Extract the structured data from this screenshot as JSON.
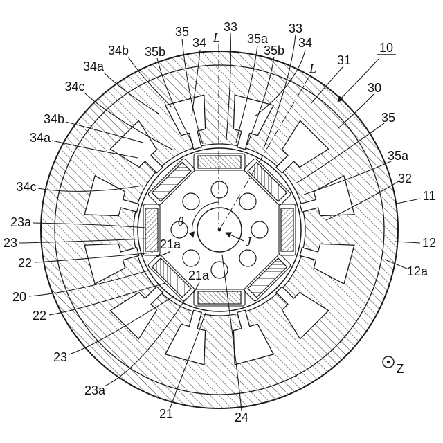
{
  "figure": {
    "type": "patent-motor-cross-section",
    "background": "#ffffff",
    "line_color": "#1a1a1a",
    "hatch_color": "#444444",
    "structure": {
      "stator_slots": 12,
      "rotor_magnets": 8,
      "rotor_holes": 8
    },
    "labels": [
      {
        "text": "35"
      },
      {
        "text": "34"
      },
      {
        "text": "L"
      },
      {
        "text": "33"
      },
      {
        "text": "35a"
      },
      {
        "text": "35b"
      },
      {
        "text": "33"
      },
      {
        "text": "34"
      },
      {
        "text": "L"
      },
      {
        "text": "35b"
      },
      {
        "text": "34b"
      },
      {
        "text": "34a"
      },
      {
        "text": "34c"
      },
      {
        "text": "34b"
      },
      {
        "text": "34a"
      },
      {
        "text": "34c"
      },
      {
        "text": "23a"
      },
      {
        "text": "23"
      },
      {
        "text": "22"
      },
      {
        "text": "20"
      },
      {
        "text": "22"
      },
      {
        "text": "23"
      },
      {
        "text": "23a"
      },
      {
        "text": "21"
      },
      {
        "text": "24"
      },
      {
        "text": "21a"
      },
      {
        "text": "21a"
      },
      {
        "text": "J"
      },
      {
        "text": "θ"
      },
      {
        "text": "10"
      },
      {
        "text": "31"
      },
      {
        "text": "30"
      },
      {
        "text": "35"
      },
      {
        "text": "35a"
      },
      {
        "text": "32"
      },
      {
        "text": "11"
      },
      {
        "text": "12"
      },
      {
        "text": "12a"
      },
      {
        "text": "Z"
      }
    ]
  }
}
